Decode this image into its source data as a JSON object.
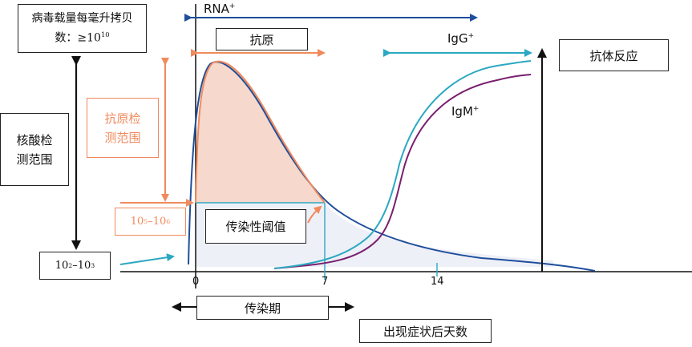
{
  "boxes": {
    "viral_load_line1": "病毒载量每毫升拷贝",
    "viral_load_line2_prefix": "数：≥10",
    "viral_load_line2_exp": "10",
    "nucleic_range_line1": "核酸检",
    "nucleic_range_line2": "测范围",
    "antigen_range_line1": "抗原检",
    "antigen_range_line2": "测范围",
    "low_load_base1": "10",
    "low_load_exp1": "2",
    "low_load_dash": "–",
    "low_load_base2": "10",
    "low_load_exp2": "3",
    "antigen_thresh_base1": "10",
    "antigen_thresh_exp1": "5",
    "antigen_thresh_dash": "–",
    "antigen_thresh_base2": "10",
    "antigen_thresh_exp2": "6",
    "antigen": "抗原",
    "antibody_response": "抗体反应",
    "transmission_threshold": "传染性阈值",
    "infectious_period": "传染期",
    "days_after_symptoms": "出现症状后天数"
  },
  "labels": {
    "rna": "RNA",
    "rna_sup": "+",
    "igg": "IgG",
    "igg_sup": "+",
    "igm": "IgM",
    "igm_sup": "+"
  },
  "axis": {
    "ticks": [
      "0",
      "7",
      "14"
    ]
  },
  "colors": {
    "rna_curve": "#1f4e9c",
    "antigen_curve": "#f08a5d",
    "antigen_fill": "#f6d3c6",
    "igg_curve": "#2ba8c2",
    "igm_curve": "#7a1f6e",
    "teal_arrow": "#2ba8c2",
    "orange_arrow": "#f08a5d",
    "dark": "#111111"
  }
}
